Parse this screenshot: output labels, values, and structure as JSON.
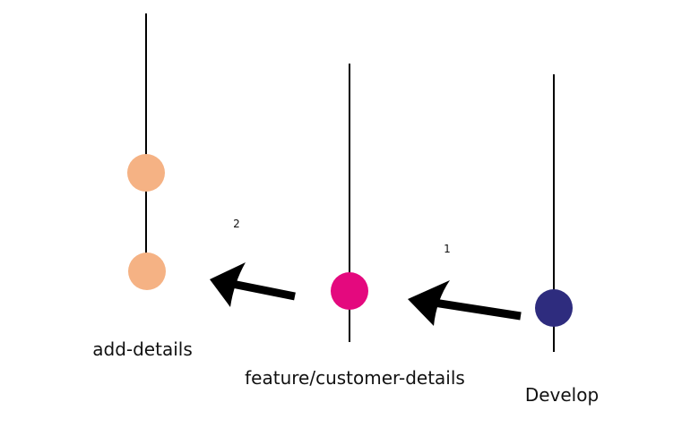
{
  "branches": [
    {
      "name": "add-details",
      "commit_color": "#f5b284",
      "line_color": "#000000"
    },
    {
      "name": "feature/customer-details",
      "commit_color": "#e4097e",
      "line_color": "#000000"
    },
    {
      "name": "Develop",
      "commit_color": "#2e2c7e",
      "line_color": "#000000"
    }
  ],
  "steps": [
    {
      "label": "1",
      "from": "Develop",
      "to": "feature/customer-details"
    },
    {
      "label": "2",
      "from": "feature/customer-details",
      "to": "add-details"
    }
  ],
  "arrow_color": "#000000"
}
